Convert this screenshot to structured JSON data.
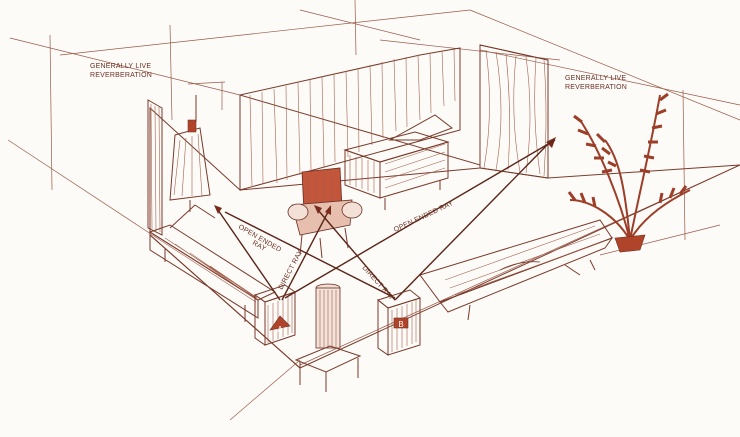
{
  "labels": {
    "reverb_left_1": "GENERALLY LIVE",
    "reverb_left_2": "REVERBERATION",
    "reverb_right_1": "GENERALLY LIVE",
    "reverb_right_2": "REVERBERATION",
    "open_ended_ray_left_1": "OPEN ENDED",
    "open_ended_ray_left_2": "RAY",
    "open_ended_ray_right": "OPEN ENDED RAY",
    "direct_ray_left": "DIRECT RAY",
    "direct_ray_right": "DIRECT RAY",
    "speaker_a": "A",
    "speaker_b": "B"
  },
  "colors": {
    "ink": "#7a3a2a",
    "accent": "#b0442a",
    "paper": "#fdfbf8"
  }
}
